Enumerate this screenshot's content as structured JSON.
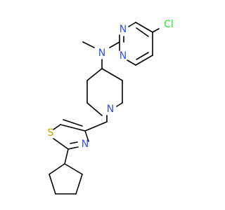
{
  "molecule": {
    "colors": {
      "bond": "#000000",
      "nitrogen": "#3050F8",
      "chlorine": "#1FF01F",
      "sulfur": "#C8A000",
      "background": "#FFFFFF"
    },
    "atoms": {
      "cl": "Cl",
      "n_pyr_top": "N",
      "n_pyr_bottom": "N",
      "n_amine": "N",
      "n_piperidine": "N",
      "n_thiazole": "N",
      "s_thiazole": "S"
    }
  }
}
